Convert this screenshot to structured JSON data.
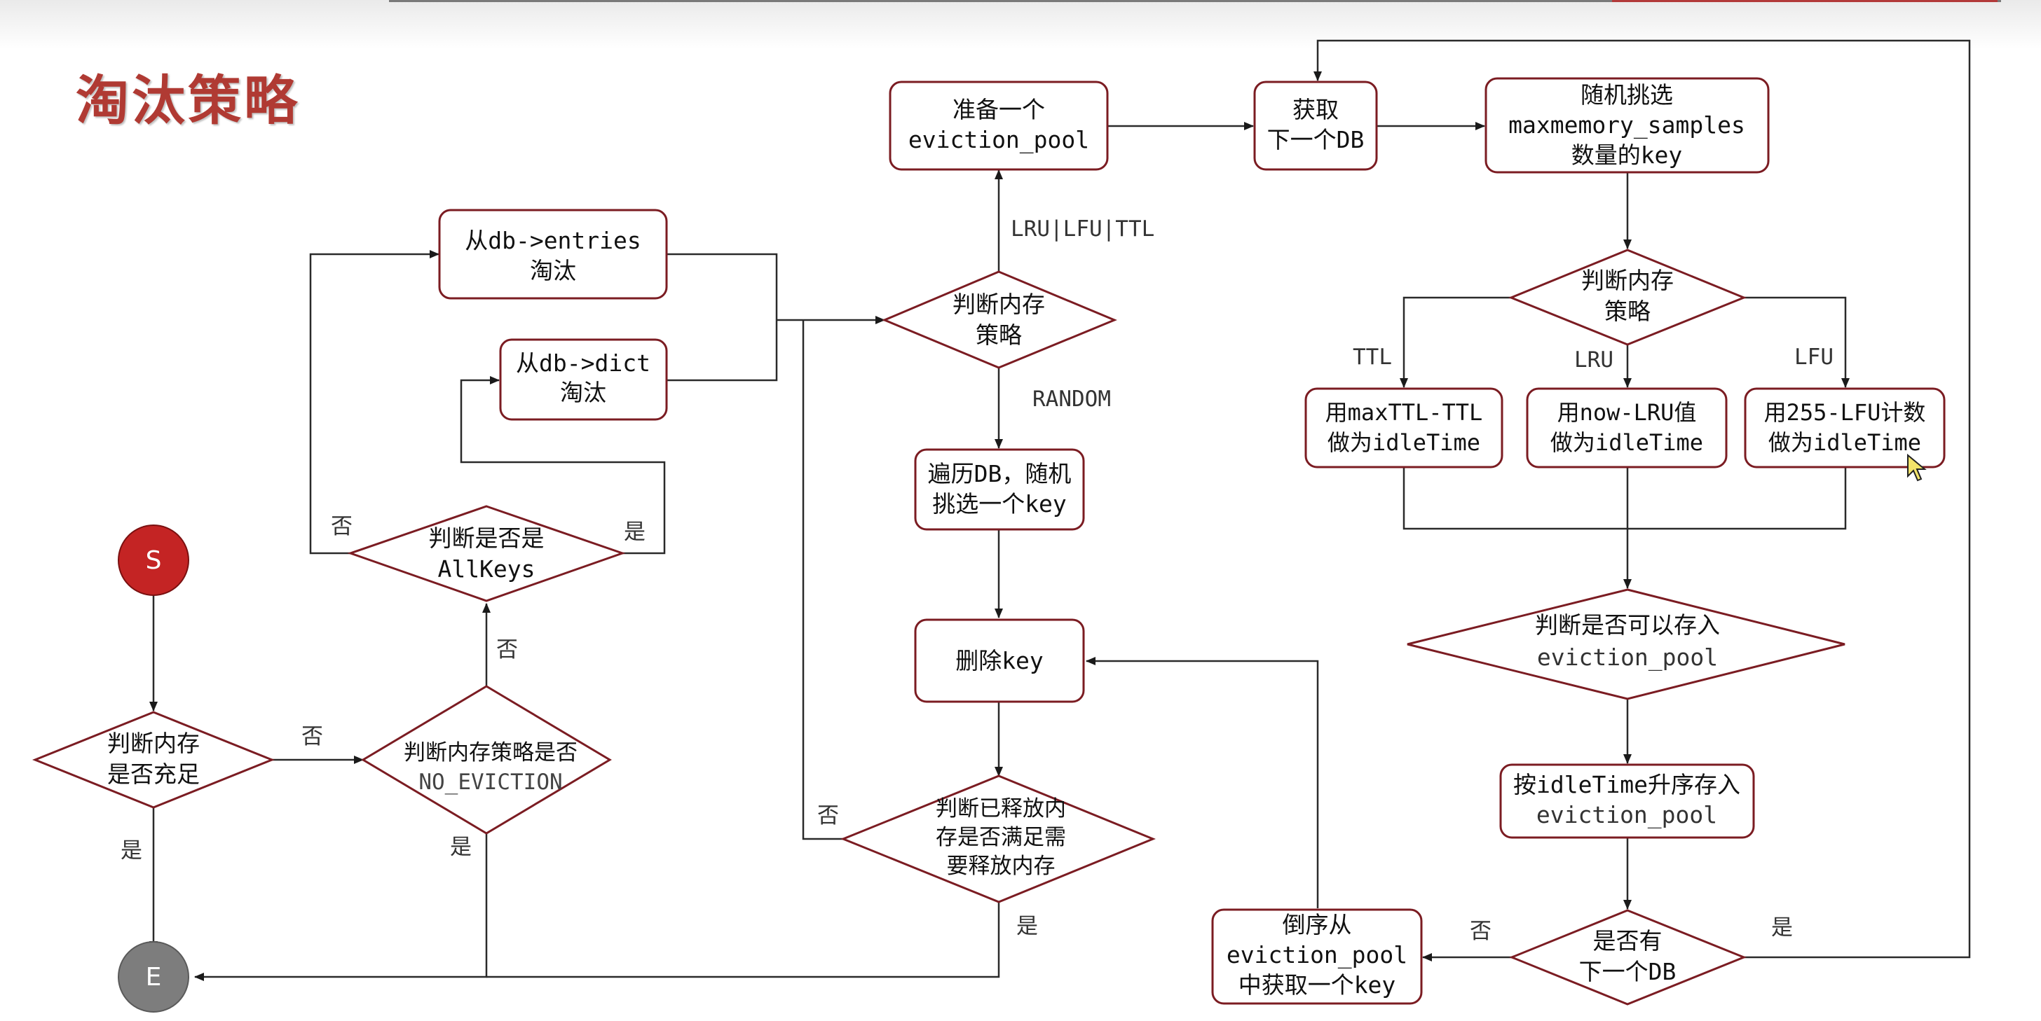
{
  "title": "淘汰策略",
  "nodes": {
    "start": "S",
    "end": "E",
    "check_mem": [
      "判断内存",
      "是否充足"
    ],
    "check_no_eviction": [
      "判断内存策略是否",
      "NO_EVICTION"
    ],
    "check_allkeys": [
      "判断是否是",
      "AllKeys"
    ],
    "from_entries": [
      "从db->entries",
      "淘汰"
    ],
    "from_dict": [
      "从db->dict",
      "淘汰"
    ],
    "check_policy": [
      "判断内存",
      "策略"
    ],
    "prepare_pool": [
      "准备一个",
      "eviction_pool"
    ],
    "traverse_db": [
      "遍历DB，随机",
      "挑选一个key"
    ],
    "delete_key": [
      "删除key"
    ],
    "check_released": [
      "判断已释放内",
      "存是否满足需",
      "要释放内存"
    ],
    "get_next_db": [
      "获取",
      "下一个DB"
    ],
    "random_pick": [
      "随机挑选",
      "maxmemory_samples",
      "数量的key"
    ],
    "check_policy2": [
      "判断内存",
      "策略"
    ],
    "ttl_idle": [
      "用maxTTL-TTL",
      "做为idleTime"
    ],
    "lru_idle": [
      "用now-LRU值",
      "做为idleTime"
    ],
    "lfu_idle": [
      "用255-LFU计数",
      "做为idleTime"
    ],
    "can_store": [
      "判断是否可以存入",
      "eviction_pool"
    ],
    "store_sorted": [
      "按idleTime升序存入",
      "eviction_pool"
    ],
    "has_next_db": [
      "是否有",
      "下一个DB"
    ],
    "reverse_get": [
      "倒序从",
      "eviction_pool",
      "中获取一个key"
    ]
  },
  "labels": {
    "yes": "是",
    "no": "否",
    "lru_lfu_ttl": "LRU|LFU|TTL",
    "random": "RANDOM",
    "ttl": "TTL",
    "lru": "LRU",
    "lfu": "LFU"
  }
}
